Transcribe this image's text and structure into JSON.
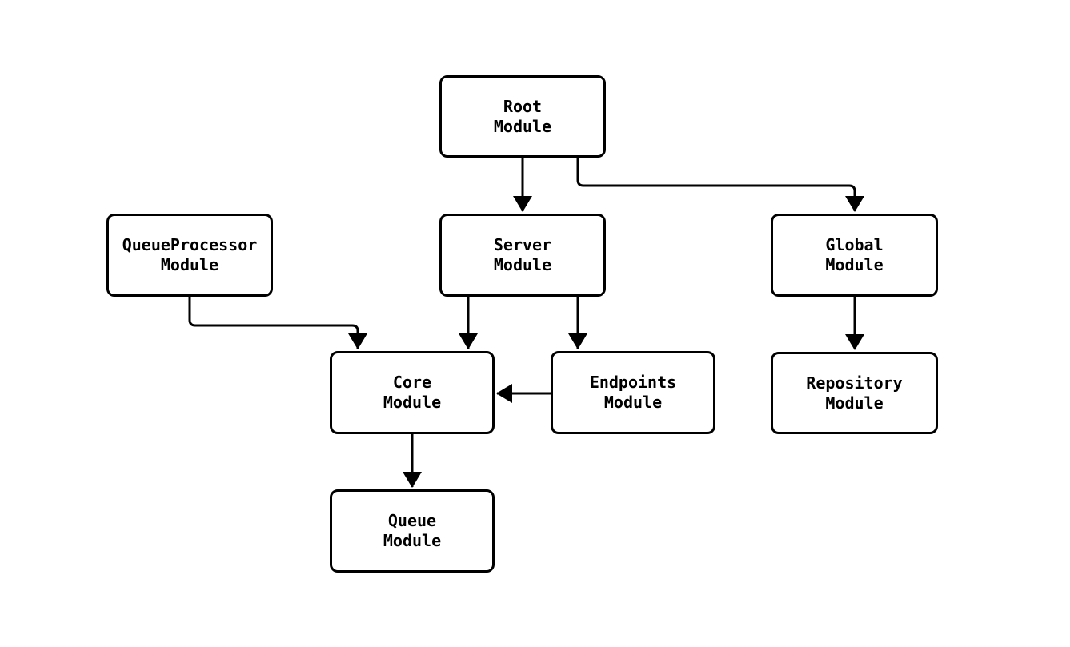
{
  "diagram": {
    "type": "module-dependency-flowchart",
    "background_color": "#ffffff",
    "stroke_color": "#000000",
    "node_fill_color": "#ffffff",
    "nodes": {
      "root": {
        "title": "Root",
        "subtitle": "Module"
      },
      "queueprocessor": {
        "title": "QueueProcessor",
        "subtitle": "Module"
      },
      "server": {
        "title": "Server",
        "subtitle": "Module"
      },
      "global": {
        "title": "Global",
        "subtitle": "Module"
      },
      "core": {
        "title": "Core",
        "subtitle": "Module"
      },
      "endpoints": {
        "title": "Endpoints",
        "subtitle": "Module"
      },
      "repository": {
        "title": "Repository",
        "subtitle": "Module"
      },
      "queue": {
        "title": "Queue",
        "subtitle": "Module"
      }
    },
    "edges": [
      {
        "from": "root",
        "to": "server"
      },
      {
        "from": "root",
        "to": "global"
      },
      {
        "from": "queueprocessor",
        "to": "core"
      },
      {
        "from": "server",
        "to": "core"
      },
      {
        "from": "server",
        "to": "endpoints"
      },
      {
        "from": "endpoints",
        "to": "core"
      },
      {
        "from": "global",
        "to": "repository"
      },
      {
        "from": "core",
        "to": "queue"
      }
    ]
  }
}
